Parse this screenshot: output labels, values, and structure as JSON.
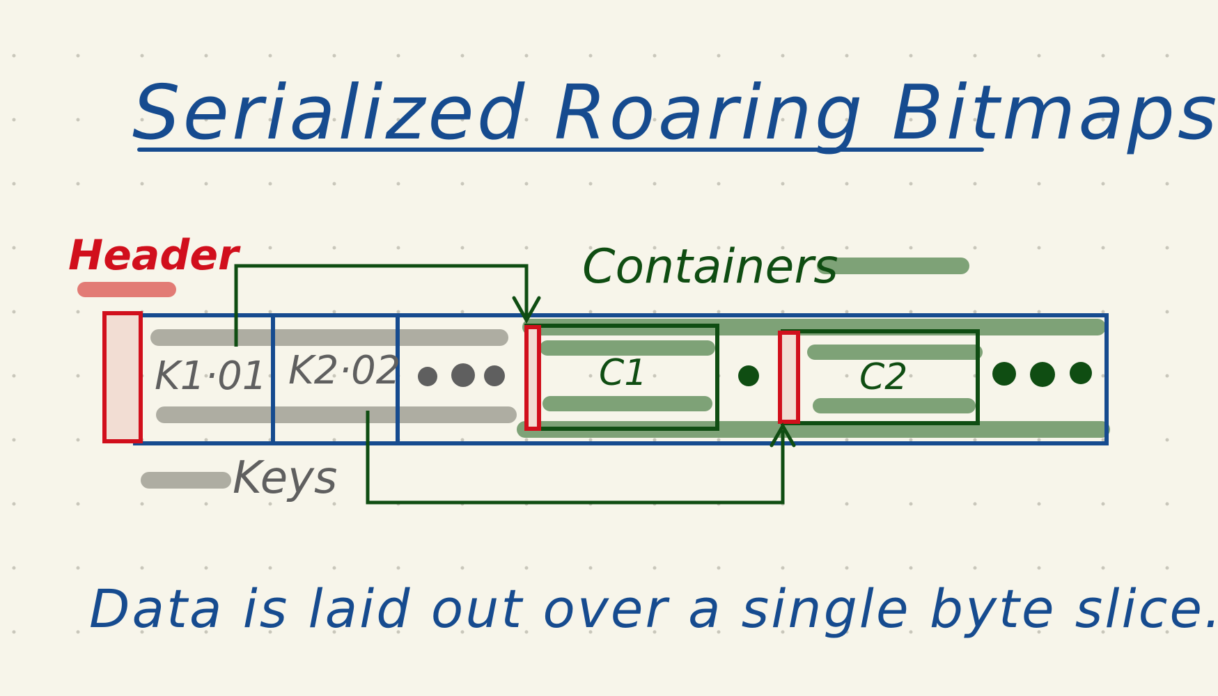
{
  "title": "Serialized Roaring Bitmaps",
  "labels": {
    "header": "Header",
    "containers": "Containers",
    "keys": "Keys"
  },
  "cells": {
    "key1": "K1·01",
    "key2": "K2·02",
    "container1": "C1",
    "container2": "C2"
  },
  "caption": "Data is laid out over a single byte slice.",
  "colors": {
    "background": "#f7f5ea",
    "blue": "#164b8f",
    "red": "#d10f1c",
    "green_dark": "#0f4d12",
    "green_highlight": "#7ea277",
    "gray": "#5f5f5f",
    "gray_highlight": "#aeada2",
    "red_highlight": "#e27b75",
    "header_fill": "#f2ddd3"
  }
}
